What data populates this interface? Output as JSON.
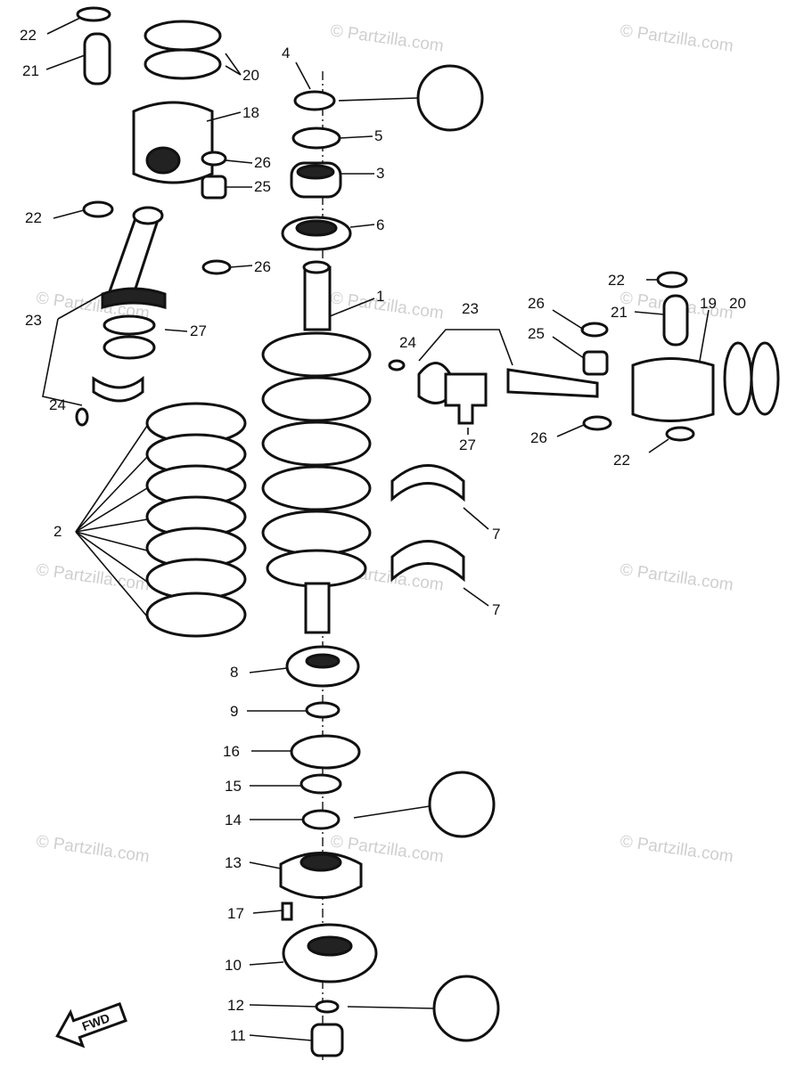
{
  "watermark": "© Partzilla.com",
  "fwd_label": "FWD",
  "callouts": [
    "1",
    "2",
    "3",
    "4",
    "5",
    "6",
    "7",
    "8",
    "9",
    "10",
    "11",
    "12",
    "13",
    "14",
    "15",
    "16",
    "17",
    "18",
    "19",
    "20",
    "21",
    "22",
    "23",
    "24",
    "25",
    "26",
    "27"
  ]
}
